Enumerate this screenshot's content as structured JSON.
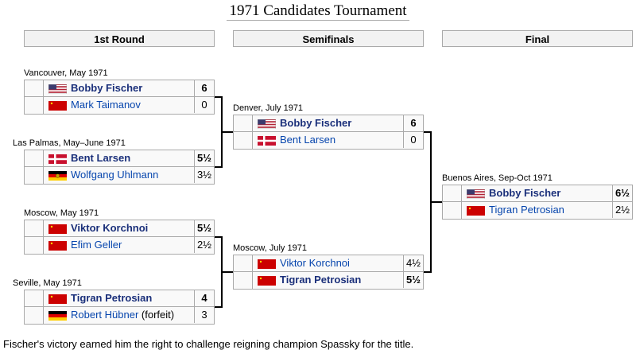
{
  "title": "1971 Candidates Tournament",
  "rounds": [
    "1st Round",
    "Semifinals",
    "Final"
  ],
  "matches": [
    {
      "venue": "Vancouver, May 1971",
      "p1": {
        "flag": "usa-flag",
        "name": "Bobby Fischer",
        "score": "6",
        "win": true
      },
      "p2": {
        "flag": "ussr-flag",
        "name": "Mark Taimanov",
        "score": "0",
        "win": false
      }
    },
    {
      "venue": "Las Palmas, May–June 1971",
      "p1": {
        "flag": "denmark-flag",
        "name": "Bent Larsen",
        "score": "5½",
        "win": true
      },
      "p2": {
        "flag": "east-germany-flag",
        "name": "Wolfgang Uhlmann",
        "score": "3½",
        "win": false
      }
    },
    {
      "venue": "Moscow, May 1971",
      "p1": {
        "flag": "ussr-flag",
        "name": "Viktor Korchnoi",
        "score": "5½",
        "win": true
      },
      "p2": {
        "flag": "ussr-flag",
        "name": "Efim Geller",
        "score": "2½",
        "win": false
      }
    },
    {
      "venue": "Seville, May 1971",
      "p1": {
        "flag": "ussr-flag",
        "name": "Tigran Petrosian",
        "score": "4",
        "win": true
      },
      "p2": {
        "flag": "west-germany-flag",
        "name": "Robert Hübner",
        "note": " (forfeit)",
        "score": "3",
        "win": false
      }
    },
    {
      "venue": "Denver, July 1971",
      "p1": {
        "flag": "usa-flag",
        "name": "Bobby Fischer",
        "score": "6",
        "win": true
      },
      "p2": {
        "flag": "denmark-flag",
        "name": "Bent Larsen",
        "score": "0",
        "win": false
      }
    },
    {
      "venue": "Moscow, July 1971",
      "p1": {
        "flag": "ussr-flag",
        "name": "Viktor Korchnoi",
        "score": "4½",
        "win": false
      },
      "p2": {
        "flag": "ussr-flag",
        "name": "Tigran Petrosian",
        "score": "5½",
        "win": true
      }
    },
    {
      "venue": "Buenos Aires, Sep-Oct 1971",
      "p1": {
        "flag": "usa-flag",
        "name": "Bobby Fischer",
        "score": "6½",
        "win": true
      },
      "p2": {
        "flag": "ussr-flag",
        "name": "Tigran Petrosian",
        "score": "2½",
        "win": false
      }
    }
  ],
  "footer": "Fischer's victory earned him the right to challenge reigning champion Spassky for the title."
}
